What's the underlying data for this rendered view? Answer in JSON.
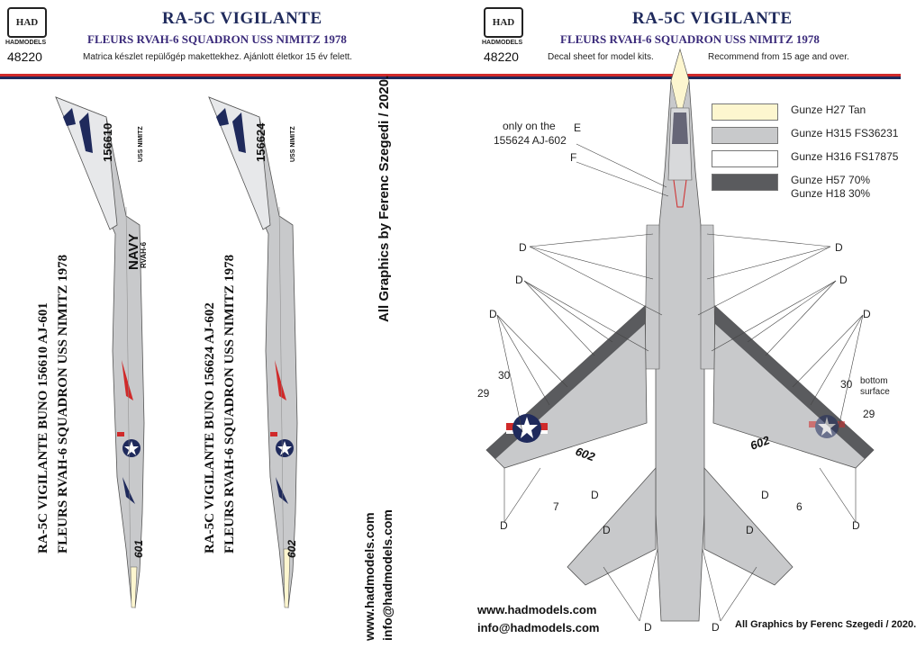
{
  "left_header": {
    "logo_text": "HAD",
    "logo_caption": "HADMODELS",
    "product_code": "48220",
    "title": "RA-5C VIGILANTE",
    "subtitle": "FLEURS RVAH-6 SQUADRON USS NIMITZ 1978",
    "note": "Matrica készlet repülőgép makettekhez. Ajánlott életkor 15 év felett."
  },
  "right_header": {
    "logo_text": "HAD",
    "logo_caption": "HADMODELS",
    "product_code": "48220",
    "title": "RA-5C VIGILANTE",
    "subtitle": "FLEURS RVAH-6 SQUADRON USS NIMITZ 1978",
    "note_left": "Decal sheet for model kits.",
    "note_right": "Recommend from 15 age and over."
  },
  "aircraft_1": {
    "line1": "RA-5C VIGILANTE BUNO 156610 AJ-601",
    "line2": "FLEURS RVAH-6 SQUADRON USS NIMITZ 1978",
    "tail_serial": "156610",
    "nose_number": "601",
    "navy_text": "NAVY",
    "squadron_text": "RVAH-6",
    "ship_text": "USS NIMITZ"
  },
  "aircraft_2": {
    "line1": "RA-5C VIGILANTE BUNO 156624 AJ-602",
    "line2": "FLEURS RVAH-6 SQUADRON USS NIMITZ 1978",
    "tail_serial": "156624",
    "nose_number": "602",
    "ship_text": "USS NIMITZ"
  },
  "credits": {
    "vertical_credit": "All Graphics by Ferenc Szegedi / 2020.",
    "web_vertical": "www.hadmodels.com",
    "email_vertical": "info@hadmodels.com",
    "web_bottom": "www.hadmodels.com",
    "email_bottom": "info@hadmodels.com",
    "bottom_credit": "All Graphics by Ferenc Szegedi / 2020."
  },
  "legend": [
    {
      "label": "Gunze H27 Tan",
      "color": "#fdf6cf"
    },
    {
      "label": "Gunze H315 FS36231",
      "color": "#c8c9cb"
    },
    {
      "label": "Gunze H316 FS17875",
      "color": "#ffffff"
    },
    {
      "label": "Gunze H57 70%",
      "label2": "Gunze H18 30%",
      "color": "#5a5b5e"
    }
  ],
  "callouts": {
    "only_on": "only on the",
    "only_on_2": "155624 AJ-602",
    "e": "E",
    "f": "F",
    "d": "D",
    "n30": "30",
    "n29": "29",
    "n7": "7",
    "n6": "6",
    "bottom": "bottom",
    "surface": "surface",
    "wing_code": "602"
  },
  "colors": {
    "navy": "#1f2a5c",
    "red": "#d02a2a",
    "grey": "#c8c9cb",
    "dark_grey": "#5a5b5e",
    "tan": "#fdf6cf"
  }
}
